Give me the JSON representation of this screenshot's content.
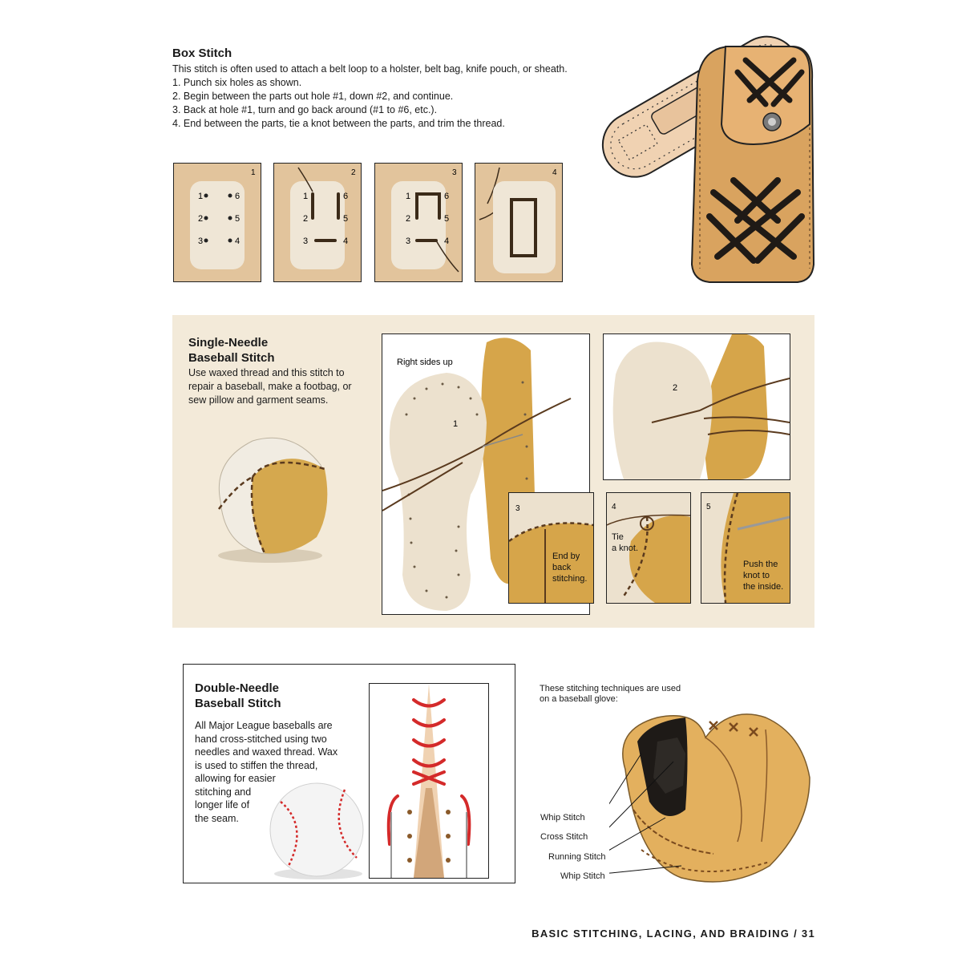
{
  "box_stitch": {
    "title": "Box Stitch",
    "lines": [
      "This stitch is often used to attach a belt loop to a holster, belt bag, knife pouch, or sheath.",
      "1. Punch six holes as shown.",
      "2. Begin between the parts out hole #1, down #2, and continue.",
      "3. Back at hole #1, turn and go back around (#1 to #6, etc.).",
      "4. End between the parts, tie a knot between the parts, and trim the thread."
    ],
    "panels": [
      {
        "number": "1",
        "holes": [
          "1",
          "2",
          "3",
          "4",
          "5",
          "6"
        ]
      },
      {
        "number": "2",
        "holes": [
          "1",
          "2",
          "3",
          "4",
          "5",
          "6"
        ]
      },
      {
        "number": "3",
        "holes": [
          "1",
          "2",
          "3",
          "4",
          "5",
          "6"
        ]
      },
      {
        "number": "4"
      }
    ]
  },
  "single_needle": {
    "title_line1": "Single-Needle",
    "title_line2": "Baseball Stitch",
    "lines": [
      "Use waxed thread and this stitch to",
      "repair a baseball, make a footbag, or",
      "sew pillow and garment seams."
    ],
    "photo_main_label": "Right sides up",
    "photo_main_step": "1",
    "photo_step2": "2",
    "photo_step3": "3",
    "photo_step3_caption": [
      "End by",
      "back",
      "stitching."
    ],
    "photo_step4": "4",
    "photo_step4_caption": [
      "Tie",
      "a knot."
    ],
    "photo_step5": "5",
    "photo_step5_caption": [
      "Push the",
      "knot to",
      "the inside."
    ]
  },
  "double_needle": {
    "title_line1": "Double-Needle",
    "title_line2": "Baseball Stitch",
    "lines": [
      "All Major League baseballs are",
      "hand cross-stitched using two",
      "needles and waxed thread. Wax",
      "is used to stiffen the thread,",
      "allowing for easier",
      "stitching and",
      "longer life of",
      "the seam."
    ]
  },
  "glove": {
    "caption_line1": "These stitching techniques are used",
    "caption_line2": "on a baseball glove:",
    "labels": [
      "Whip Stitch",
      "Cross Stitch",
      "Running Stitch",
      "Whip Stitch"
    ]
  },
  "footer": "BASIC STITCHING, LACING, AND BRAIDING / 31",
  "colors": {
    "leather_tan": "#d9a35f",
    "suede": "#e9dcc4",
    "band": "#f3ead9",
    "thread": "#5a3a1e",
    "tooling": "#1f1a16",
    "red_thread": "#d42a2a"
  }
}
